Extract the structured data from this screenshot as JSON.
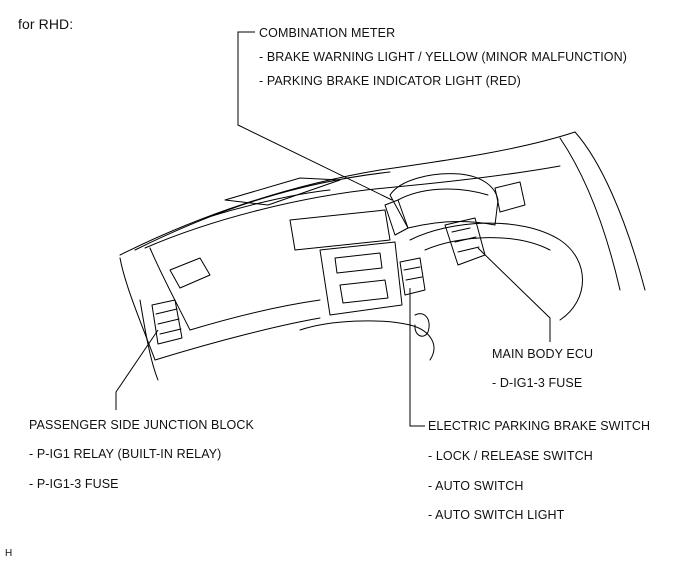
{
  "header": "for RHD:",
  "footer_code": "H",
  "callouts": {
    "combination_meter": {
      "title": "COMBINATION METER",
      "items": [
        "- BRAKE WARNING LIGHT / YELLOW (MINOR MALFUNCTION)",
        "- PARKING BRAKE INDICATOR LIGHT (RED)"
      ]
    },
    "main_body_ecu": {
      "title": "MAIN BODY ECU",
      "items": [
        "- D-IG1-3 FUSE"
      ]
    },
    "passenger_junction_block": {
      "title": "PASSENGER SIDE JUNCTION BLOCK",
      "items": [
        "- P-IG1 RELAY (BUILT-IN RELAY)",
        "- P-IG1-3 FUSE"
      ]
    },
    "electric_parking_brake_switch": {
      "title": "ELECTRIC PARKING BRAKE SWITCH",
      "items": [
        "- LOCK / RELEASE SWITCH",
        "- AUTO SWITCH",
        "- AUTO SWITCH LIGHT"
      ]
    }
  }
}
